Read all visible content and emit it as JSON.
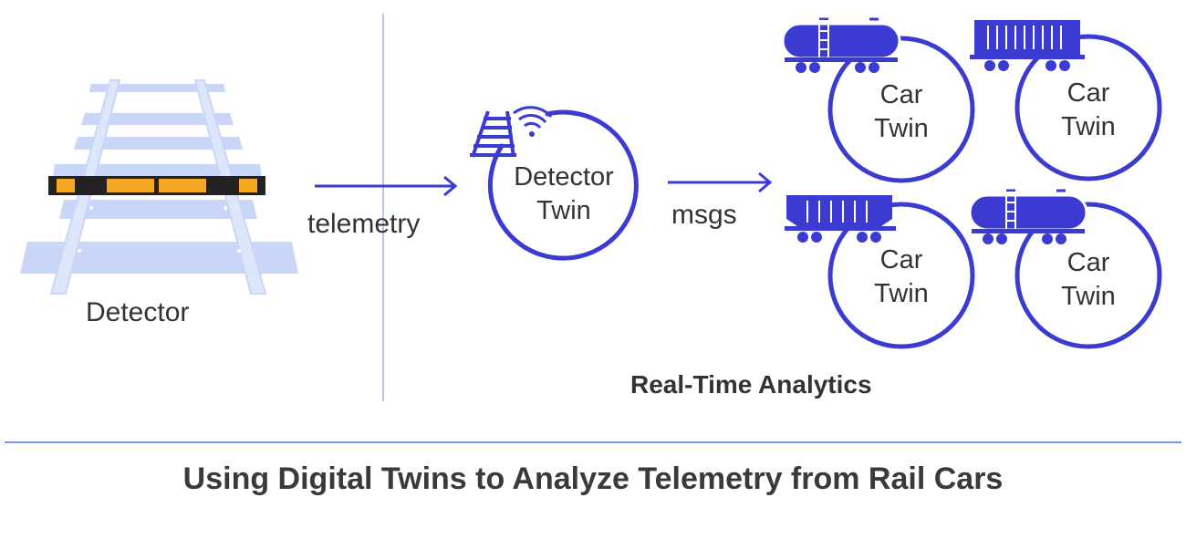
{
  "labels": {
    "detector": "Detector",
    "telemetry": "telemetry",
    "msgs": "msgs",
    "real_time_analytics": "Real-Time Analytics",
    "caption": "Using Digital Twins to Analyze Telemetry from Rail Cars"
  },
  "detector_twin": {
    "line1": "Detector",
    "line2": "Twin"
  },
  "car_twins": [
    {
      "line1": "Car",
      "line2": "Twin",
      "car": "tank-car-icon"
    },
    {
      "line1": "Car",
      "line2": "Twin",
      "car": "boxcar-icon"
    },
    {
      "line1": "Car",
      "line2": "Twin",
      "car": "hopper-car-icon"
    },
    {
      "line1": "Car",
      "line2": "Twin",
      "car": "tank-car-icon"
    }
  ],
  "colors": {
    "accent": "#3b3bd1",
    "track_light": "#c9d6f7",
    "divider": "#b8c6ef",
    "sensor_orange": "#f5a623",
    "sensor_black": "#222222"
  }
}
